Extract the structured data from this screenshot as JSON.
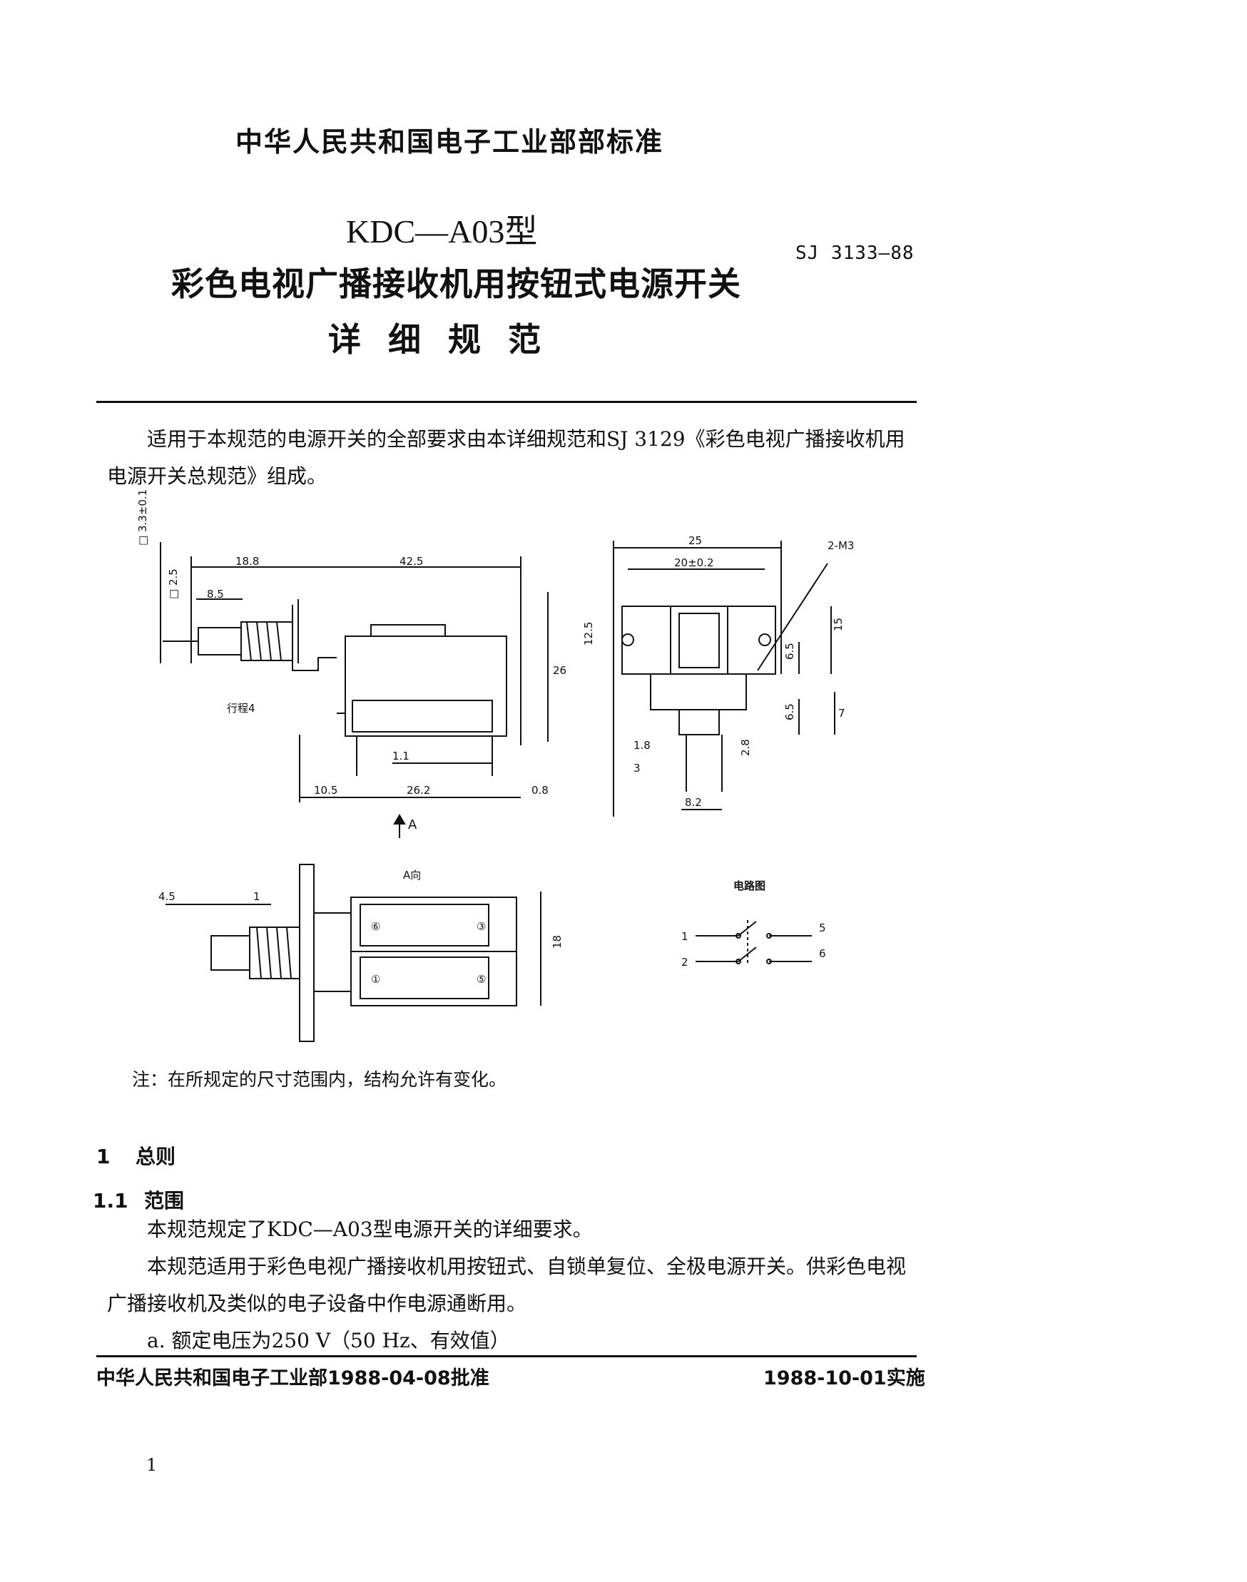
{
  "header": {
    "organization": "中华人民共和国电子工业部部标准",
    "standard_code": "SJ 3133—88"
  },
  "title": {
    "line1": "KDC—A03型",
    "line2": "彩色电视广播接收机用按钮式电源开关",
    "line3": "详细规范"
  },
  "intro": {
    "text": "适用于本规范的电源开关的全部要求由本详细规范和SJ 3129《彩色电视广播接收机用电源开关总规范》组成。"
  },
  "figure": {
    "dims_side": {
      "d1": "18.8",
      "d2": "42.5",
      "d3": "8.5",
      "d4": "26",
      "d5": "1.1",
      "d6": "10.5",
      "d7": "26.2",
      "d8": "0.8",
      "sq1": "□ 3.3±0.1",
      "sq2": "□ 2.5",
      "stroke": "行程4",
      "arrow": "A"
    },
    "dims_front": {
      "d1": "25",
      "d2": "20±0.2",
      "holes": "2-M3",
      "d3": "12.5",
      "d4": "15",
      "d5": "6.5",
      "d6": "6.5",
      "d7": "7",
      "d8": "1.8",
      "d9": "3",
      "d10": "2.8",
      "d11": "8.2"
    },
    "view_a": {
      "label": "A向",
      "d1": "4.5",
      "d2": "1",
      "d3": "18",
      "term_a": "⑥",
      "term_b": "③",
      "term_c": "①",
      "term_d": "⑤"
    },
    "circuit": {
      "label": "电路图",
      "t1": "1",
      "t2": "2",
      "t5": "5",
      "t6": "6"
    },
    "note": "注：在所规定的尺寸范围内，结构允许有变化。"
  },
  "section1": {
    "num": "1",
    "title": "总则"
  },
  "section1_1": {
    "num": "1.1",
    "title": "范围",
    "p1": "本规范规定了KDC—A03型电源开关的详细要求。",
    "p2": "本规范适用于彩色电视广播接收机用按钮式、自锁单复位、全极电源开关。供彩色电视广播接收机及类似的电子设备中作电源通断用。",
    "item_a": "a. 额定电压为250 V（50 Hz、有效值）"
  },
  "footer": {
    "approval": "中华人民共和国电子工业部1988-04-08批准",
    "effective": "1988-10-01实施",
    "page": "1"
  }
}
